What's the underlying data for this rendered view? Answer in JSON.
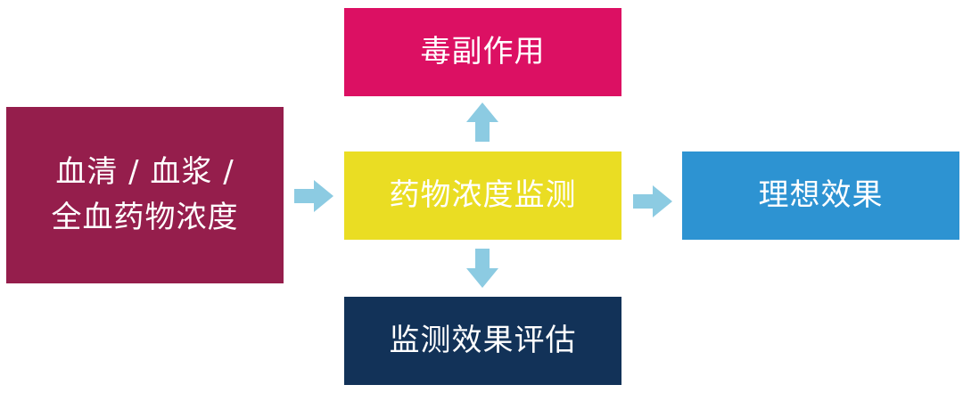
{
  "nodes": {
    "source": {
      "lines": [
        "血清 / 血浆 /",
        "全血药物浓度"
      ],
      "color": "#951e4c"
    },
    "side_effects": {
      "label": "毒副作用",
      "color": "#dc1063"
    },
    "monitoring": {
      "label": "药物浓度监测",
      "color": "#eadd23"
    },
    "ideal_effect": {
      "label": "理想效果",
      "color": "#2d93d2"
    },
    "evaluation": {
      "label": "监测效果评估",
      "color": "#123258"
    }
  },
  "arrow_color": "#8ccbe2",
  "edges": [
    {
      "from": "source",
      "to": "monitoring"
    },
    {
      "from": "monitoring",
      "to": "side_effects"
    },
    {
      "from": "monitoring",
      "to": "ideal_effect"
    },
    {
      "from": "monitoring",
      "to": "evaluation"
    }
  ]
}
